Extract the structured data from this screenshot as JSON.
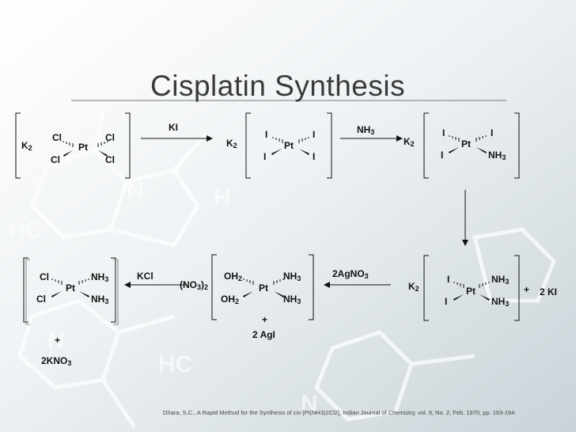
{
  "title": "Cisplatin Synthesis",
  "counter_ions": {
    "k2_1": "K",
    "k2_2": "K",
    "k2_3": "K",
    "k2_4": "K",
    "no3": "(NO",
    "no3_close": ")"
  },
  "subscripts": {
    "two": "2",
    "three": "3"
  },
  "atoms": {
    "pt": "Pt",
    "cl": "Cl",
    "i": "I",
    "nh": "NH",
    "oh": "OH"
  },
  "reagents": {
    "ki": "KI",
    "nh3": "NH",
    "agno3": "2AgNO",
    "kcl": "KCl",
    "plus": "+",
    "two_ki": "2 KI",
    "two_agi": "2 AgI",
    "kno3_prefix": "2KNO"
  },
  "citation": "Dhara, S.C., A Rapid Method for the Synthesis of cis-[Pt(NH3)2Cl2], Indian Journal of Chemistry, vol. 8, No. 2, Feb. 1970, pp. 193-194."
}
